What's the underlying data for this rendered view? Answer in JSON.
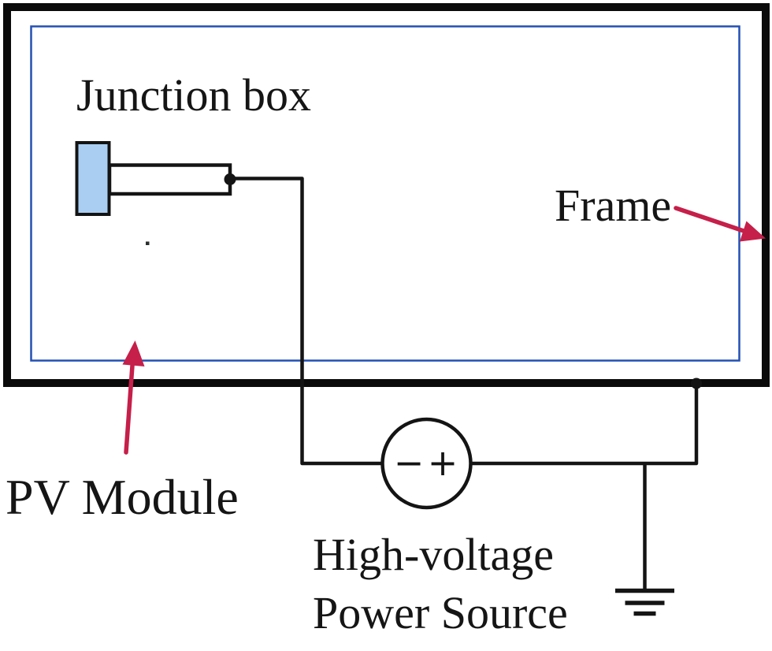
{
  "diagram": {
    "labels": {
      "junction_box": "Junction box",
      "frame": "Frame",
      "pv_module": "PV Module",
      "hv_source_line1": "High-voltage",
      "hv_source_line2": "Power Source",
      "source_minus": "−",
      "source_plus": "+"
    },
    "colors": {
      "background": "#ffffff",
      "text": "#151515",
      "line_black": "#141414",
      "frame_border": "#0a0a0a",
      "inner_frame_blue": "#2450b4",
      "junction_box_fill": "#a9cef2",
      "arrow_red": "#c51f4a"
    }
  }
}
